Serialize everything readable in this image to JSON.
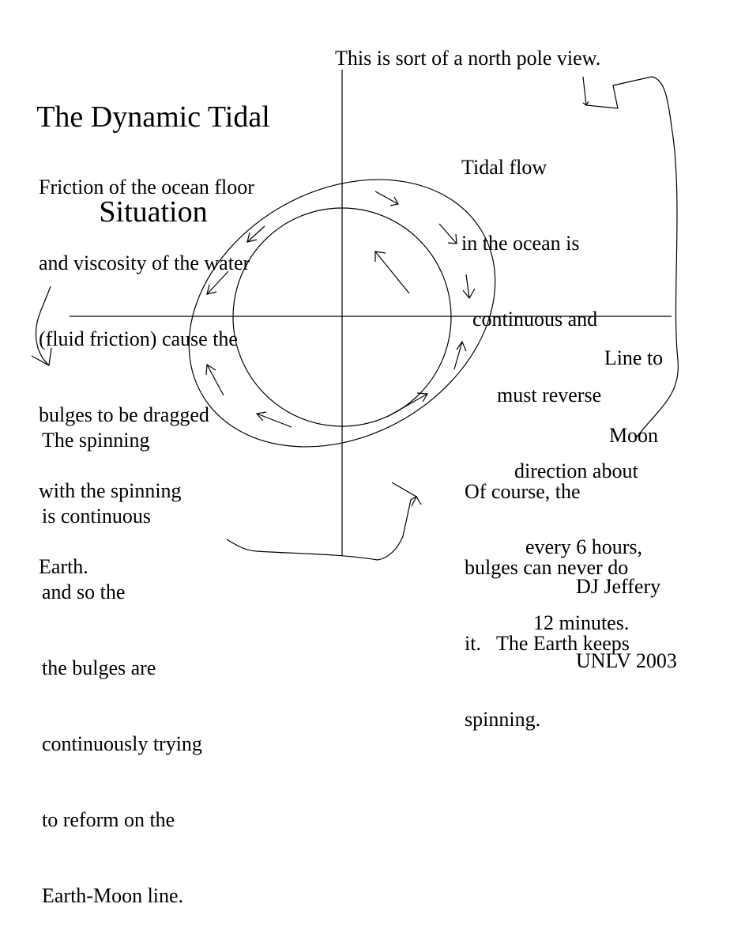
{
  "title": {
    "line1": "The Dynamic Tidal",
    "line2": "Situation"
  },
  "notes": {
    "north_pole": "This is sort of a north pole view.",
    "friction": [
      "Friction of the ocean floor",
      "and viscosity of the water",
      "(fluid friction) cause the",
      "bulges to be dragged",
      "with the spinning",
      "Earth."
    ],
    "tidal_flow": [
      "Tidal flow",
      "in the ocean is",
      "continuous and",
      "must reverse",
      "direction about",
      "every 6 hours,",
      "12 minutes."
    ],
    "line_to_moon": [
      "Line to",
      "Moon"
    ],
    "spinning": [
      "The spinning",
      "is continuous",
      "and so the",
      "the bulges are",
      "continuously trying",
      "to reform on the",
      "Earth-Moon line."
    ],
    "of_course": [
      "Of course, the",
      "bulges can never do",
      "it.   The Earth keeps",
      "spinning."
    ],
    "credit": [
      "DJ Jeffery",
      "UNLV 2003"
    ]
  },
  "colors": {
    "ink": "#000000",
    "background": "#ffffff"
  }
}
